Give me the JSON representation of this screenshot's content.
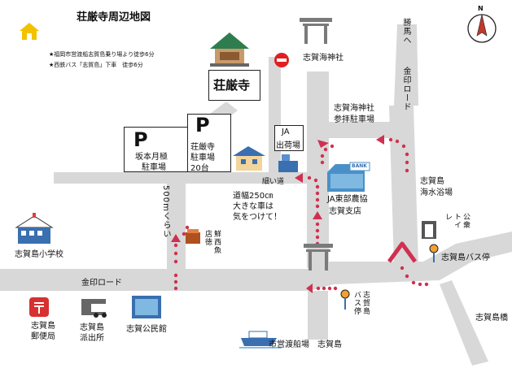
{
  "title": "荘厳寺周辺地図",
  "notes": [
    "★福岡市営渡船志賀島乗り場より徒歩6分",
    "★西鉄バス「志賀島」下車　徒歩6分"
  ],
  "temple": {
    "name": "荘厳寺"
  },
  "shrine": {
    "name": "志賀海神社"
  },
  "shrine_parking": {
    "line1": "志賀海神社",
    "line2": "参拝駐車場"
  },
  "parking_sakamoto": {
    "symbol": "P",
    "line1": "坂本月極",
    "line2": "駐車場"
  },
  "parking_temple": {
    "symbol": "P",
    "line1": "荘厳寺",
    "line2": "駐車場",
    "line3": "20台"
  },
  "ja_shipping": {
    "line1": "JA",
    "line2": "出荷場"
  },
  "narrow_road": "細い道",
  "ja_branch": {
    "line1": "JA東部農協",
    "line2": "志賀支店",
    "sign": "BANK"
  },
  "road_warning": {
    "line1": "道幅250㎝",
    "line2": "大きな車は",
    "line3": "気をつけて！"
  },
  "distance_label": "500mくらい",
  "fish_shop": "鮮西魚店徳",
  "road_top_right": "勝馬へ",
  "golden_road_vertical": "金印ロード",
  "golden_road_horizontal": "金印ロード",
  "beach": {
    "line1": "志賀島",
    "line2": "海水浴場"
  },
  "toilet": "公衆トイレ",
  "bus_stop_right": "志賀島バス停",
  "bus_stop_bottom": "志賀島バス停",
  "bridge": "志賀島橋",
  "school": "志賀島小学校",
  "post_office": {
    "line1": "志賀島",
    "line2": "郵便局"
  },
  "police_box": {
    "line1": "志賀島",
    "line2": "派出所"
  },
  "community_hall": "志賀公民館",
  "ferry": "市営渡船場　志賀島",
  "compass": "N",
  "colors": {
    "road": "#d8d8d8",
    "arrow": "#d03050",
    "torii": "#7a7a7a",
    "home_icon": "#f2c200",
    "no_entry": "#e02020"
  }
}
